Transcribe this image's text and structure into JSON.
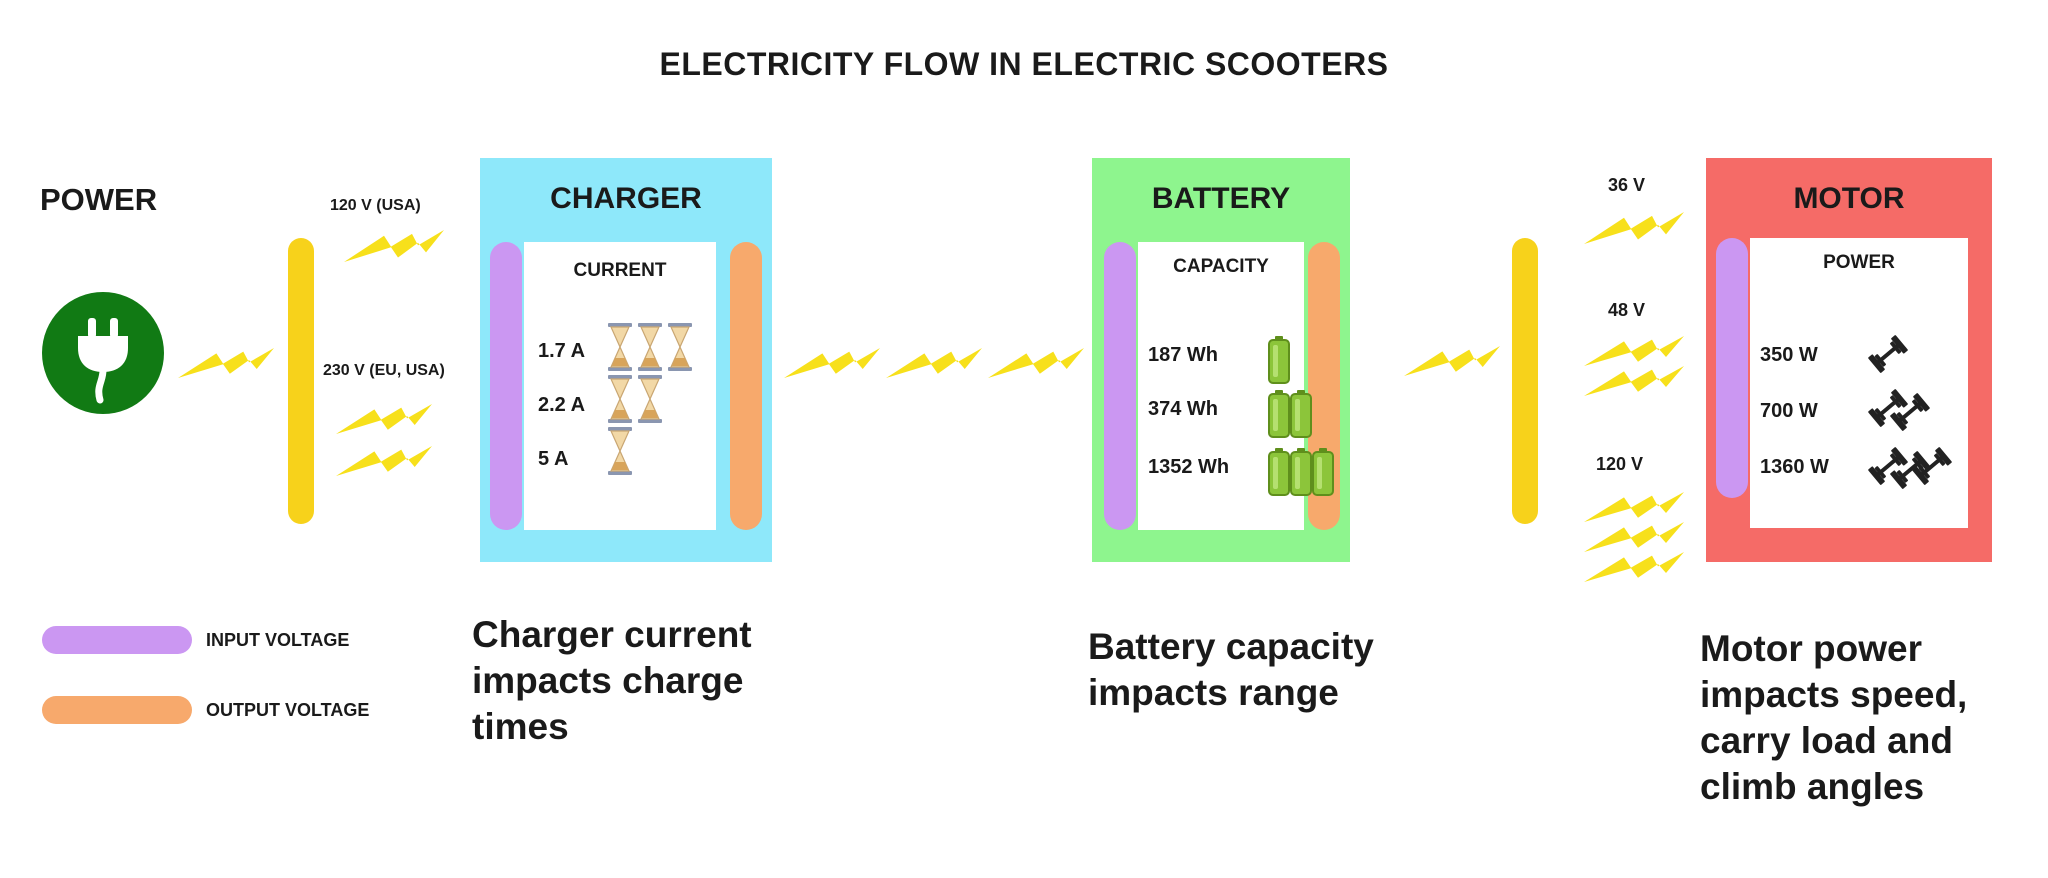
{
  "title": "ELECTRICITY FLOW IN ELECTRIC SCOOTERS",
  "power": {
    "label": "POWER",
    "icon": "plug-icon",
    "voltage_usa": "120 V (USA)",
    "voltage_eu": "230 V (EU, USA)"
  },
  "charger": {
    "title": "CHARGER",
    "subtitle": "CURRENT",
    "rows": [
      {
        "label": "1.7 A",
        "count": 3
      },
      {
        "label": "2.2 A",
        "count": 2
      },
      {
        "label": "5 A",
        "count": 1
      }
    ],
    "icon": "hourglass-icon",
    "caption": [
      "Charger current",
      "impacts charge",
      "times"
    ]
  },
  "battery": {
    "title": "BATTERY",
    "subtitle": "CAPACITY",
    "rows": [
      {
        "label": "187 Wh",
        "count": 1
      },
      {
        "label": "374 Wh",
        "count": 2
      },
      {
        "label": "1352 Wh",
        "count": 3
      }
    ],
    "icon": "battery-icon",
    "caption": [
      "Battery capacity",
      "impacts range"
    ]
  },
  "motor": {
    "title": "MOTOR",
    "subtitle": "POWER",
    "rows": [
      {
        "label": "350 W",
        "count": 1
      },
      {
        "label": "700 W",
        "count": 2
      },
      {
        "label": "1360 W",
        "count": 3
      }
    ],
    "icon": "dumbbell-icon",
    "voltages": [
      "36 V",
      "48 V",
      "120 V"
    ],
    "caption": [
      "Motor power",
      "impacts speed,",
      "carry load and",
      "climb angles"
    ]
  },
  "legend": {
    "input": "INPUT VOLTAGE",
    "output": "OUTPUT VOLTAGE"
  },
  "colors": {
    "charger": "#8ee8fa",
    "battery": "#8ef58e",
    "motor": "#f56b67",
    "input": "#cb97f2",
    "output": "#f7a96c",
    "bolt": "#f7e01b",
    "bar": "#f7d21b",
    "plug": "#117a14"
  }
}
